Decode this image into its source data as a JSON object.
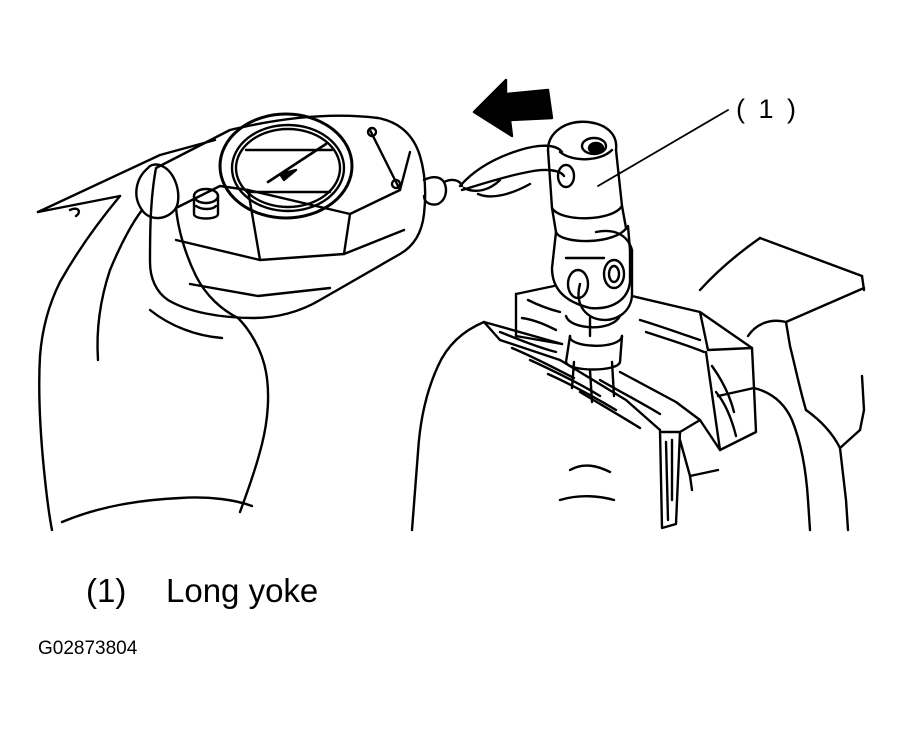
{
  "callout": {
    "number": "( 1 )"
  },
  "legend": {
    "number": "(1)",
    "text": "Long yoke"
  },
  "figure_code": "G02873804"
}
